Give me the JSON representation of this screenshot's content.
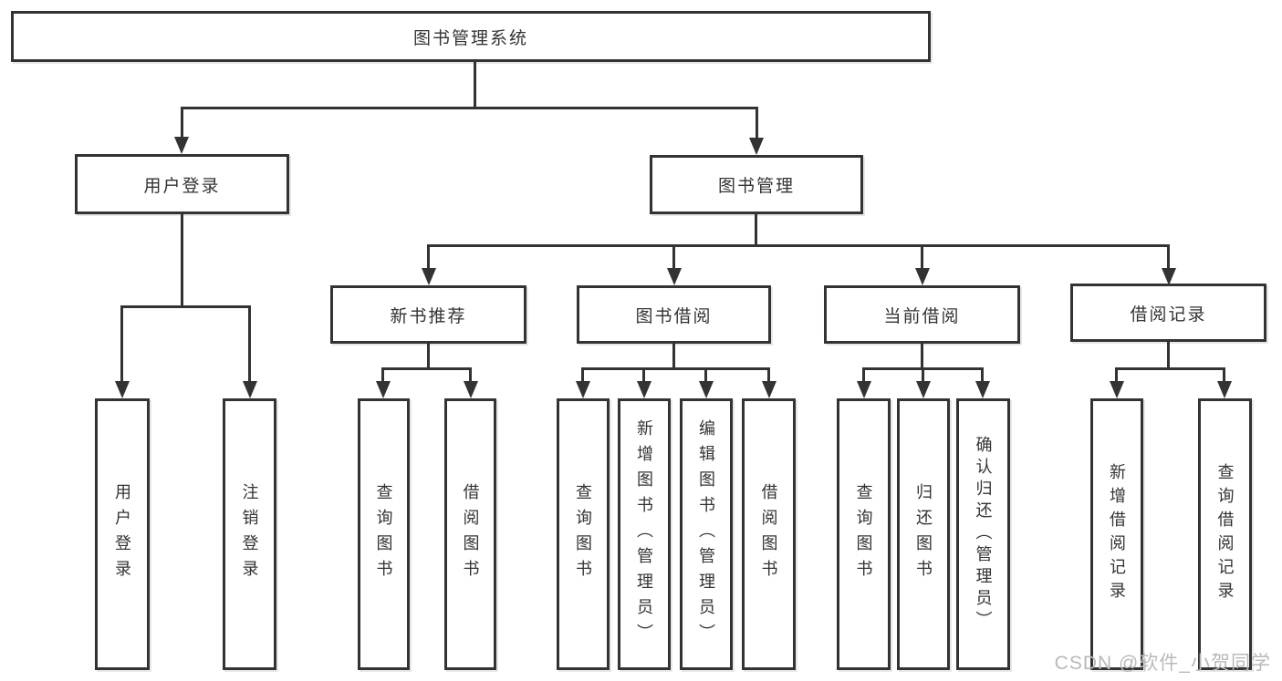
{
  "diagram": {
    "type": "function-structure-tree",
    "colors": {
      "line": "#333333",
      "text": "#333333",
      "background": "#ffffff",
      "watermark": "#b9b9b9"
    },
    "tree": {
      "label": "图书管理系统",
      "children": [
        {
          "label": "用户登录",
          "children": [
            {
              "label": "用户登录"
            },
            {
              "label": "注销登录"
            }
          ]
        },
        {
          "label": "图书管理",
          "children": [
            {
              "label": "新书推荐",
              "children": [
                {
                  "label": "查询图书"
                },
                {
                  "label": "借阅图书"
                }
              ]
            },
            {
              "label": "图书借阅",
              "children": [
                {
                  "label": "查询图书"
                },
                {
                  "label": "新增图书（管理员）"
                },
                {
                  "label": "编辑图书（管理员）"
                },
                {
                  "label": "借阅图书"
                }
              ]
            },
            {
              "label": "当前借阅",
              "children": [
                {
                  "label": "查询图书"
                },
                {
                  "label": "归还图书"
                },
                {
                  "label": "确认归还（管理员）"
                }
              ]
            },
            {
              "label": "借阅记录",
              "children": [
                {
                  "label": "新增借阅记录"
                },
                {
                  "label": "查询借阅记录"
                }
              ]
            }
          ]
        }
      ]
    },
    "watermark": {
      "text": "CSDN @软件_小贺同学"
    }
  }
}
